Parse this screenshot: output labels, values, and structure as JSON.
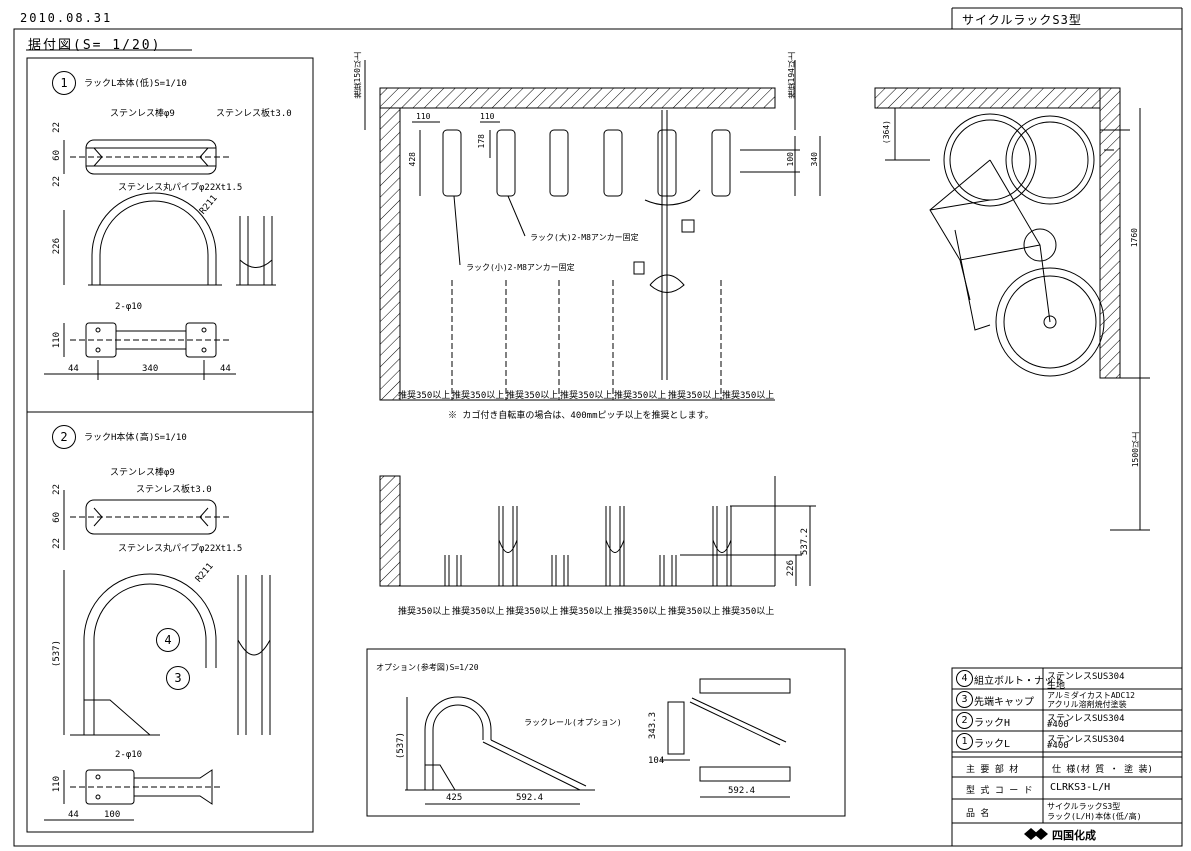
{
  "header": {
    "date": "2010.08.31",
    "drawing_title": "据付図(S= 1/20)",
    "product_title": "サイクルラックS3型"
  },
  "panel1": {
    "num": "1",
    "title": "ラックL本体(低)S=1/10",
    "material_rod": "ステンレス棒φ9",
    "material_plate": "ステンレス板t3.0",
    "material_pipe": "ステンレス丸パイプφ22Xt1.5",
    "dims_top": [
      "22",
      "60",
      "22"
    ],
    "dim_height": "226",
    "radius": "R211",
    "holes": "2-φ10",
    "dim_base_h": "110",
    "dim_base_w": [
      "44",
      "340",
      "44"
    ]
  },
  "panel2": {
    "num": "2",
    "title": "ラックH本体(高)S=1/10",
    "material_rod": "ステンレス棒φ9",
    "material_plate": "ステンレス板t3.0",
    "material_pipe": "ステンレス丸パイプφ22Xt1.5",
    "dims_top": [
      "22",
      "60",
      "22"
    ],
    "dim_height": "(537)",
    "radius": "R211",
    "callout_4": "4",
    "callout_3": "3",
    "holes": "2-φ10",
    "dim_base_h": "110",
    "dim_base_w": [
      "44",
      "100"
    ]
  },
  "plan": {
    "rec_top_left": "推奨150以上",
    "rec_top_right": "推奨194以上",
    "dim_110a": "110",
    "dim_110b": "110",
    "dim_428": "428",
    "dim_178": "178",
    "dim_100": "100",
    "dim_340": "340",
    "label_large": "ラック(大)2-M8アンカー固定",
    "label_small": "ラック(小)2-M8アンカー固定",
    "pitch": [
      "推奨350以上",
      "推奨350以上",
      "推奨350以上",
      "推奨350以上",
      "推奨350以上",
      "推奨350以上",
      "推奨350以上"
    ],
    "note": "※ カゴ付き自転車の場合は、400mmピッチ以上を推奨とします。"
  },
  "side": {
    "dim_364": "(364)",
    "dim_1760": "1760",
    "dim_1500": "1500以上"
  },
  "elevation": {
    "pitch": [
      "推奨350以上",
      "推奨350以上",
      "推奨350以上",
      "推奨350以上",
      "推奨350以上",
      "推奨350以上",
      "推奨350以上"
    ],
    "dim_537": "537.2",
    "dim_226": "226"
  },
  "option": {
    "title": "オプション(参考図)S=1/20",
    "rail_label": "ラックレール(オプション)",
    "dim_537": "(537)",
    "dim_425": "425",
    "dim_592a": "592.4",
    "dim_343": "343.3",
    "dim_104": "104",
    "dim_592b": "592.4"
  },
  "title_block": {
    "parts": [
      {
        "num": "4",
        "name": "組立ボルト・ナット",
        "spec1": "ステンレスSUS304",
        "spec2": "生地"
      },
      {
        "num": "3",
        "name": "先端キャップ",
        "spec1": "アルミダイカストADC12",
        "spec2": "アクリル溶剤焼付塗装"
      },
      {
        "num": "2",
        "name": "ラックH",
        "spec1": "ステンレスSUS304",
        "spec2": "#400"
      },
      {
        "num": "1",
        "name": "ラックL",
        "spec1": "ステンレスSUS304",
        "spec2": "#400"
      }
    ],
    "header_left": "主 要 部 材",
    "header_right": "仕 様(材 質 ・ 塗 装)",
    "model_label": "型 式 コ ー ド",
    "model_value": "CLRKS3-L/H",
    "name_label": "品 名",
    "name_value1": "サイクルラックS3型",
    "name_value2": "ラック(L/H)本体(低/高)",
    "company": "四国化成"
  }
}
